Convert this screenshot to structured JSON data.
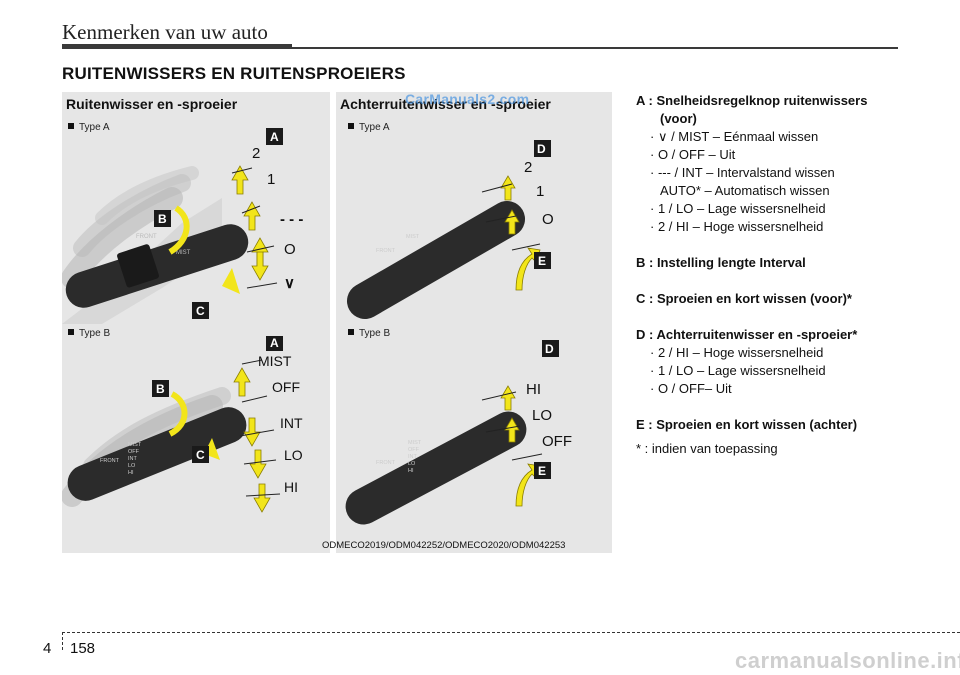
{
  "header": {
    "title": "Kenmerken van uw auto"
  },
  "section_title": "RUITENWISSERS EN RUITENSPROEIERS",
  "panels": {
    "left": {
      "heading": "Ruitenwisser en -sproeier",
      "type_a": "Type A",
      "type_b": "Type B",
      "type_a_labels": {
        "pos2": "2",
        "pos1": "1",
        "intdash": "- - -",
        "off": "O",
        "mist": "∨"
      },
      "type_b_labels": {
        "mist": "MIST",
        "off": "OFF",
        "int": "INT",
        "lo": "LO",
        "hi": "HI"
      },
      "switch_small_labels": [
        "FRONT",
        "MIST",
        "OFF",
        "INT",
        "LO",
        "HI"
      ]
    },
    "right": {
      "heading": "Achterruitenwisser en -sproeier",
      "type_a": "Type A",
      "type_b": "Type B",
      "type_a_labels": {
        "pos2": "2",
        "pos1": "1",
        "off": "O"
      },
      "type_b_labels": {
        "hi": "HI",
        "lo": "LO",
        "off": "OFF"
      },
      "switch_small_labels": [
        "FRONT",
        "MIST",
        "OFF",
        "INT",
        "LO",
        "HI"
      ]
    }
  },
  "badges": {
    "a": "A",
    "b": "B",
    "c": "C",
    "d": "D",
    "e": "E"
  },
  "watermark": "CarManuals2.com",
  "image_code": "ODMECO2019/ODM042252/ODMECO2020/ODM042253",
  "description": {
    "a_key": "A :",
    "a_title": "Snelheidsregelknop  ruitenwissers",
    "a_title_cont": "(voor)",
    "a_items": [
      "· ∨ / MIST – Eénmaal wissen",
      "· O / OFF – Uit",
      "· --- / INT – Intervalstand wissen"
    ],
    "a_auto": "AUTO* – Automatisch wissen",
    "a_items2": [
      "· 1 / LO – Lage wissersnelheid",
      "· 2 / HI – Hoge wissersnelheid"
    ],
    "b_line": "B : Instelling lengte Interval",
    "c_line": "C : Sproeien en kort wissen (voor)*",
    "d_line": "D : Achterruitenwisser en -sproeier*",
    "d_items": [
      "· 2 / HI – Hoge wissersnelheid",
      "· 1 / LO – Lage wissersnelheid",
      "· O / OFF– Uit"
    ],
    "e_line": "E : Sproeien en kort wissen (achter)",
    "footnote": "* : indien van toepassing"
  },
  "footer": {
    "chapter": "4",
    "page": "158",
    "site": "carmanualsonline.info"
  },
  "colors": {
    "arrow": "#f2e51a",
    "badge": "#1a1a1a",
    "panel": "#e6e6e6"
  }
}
